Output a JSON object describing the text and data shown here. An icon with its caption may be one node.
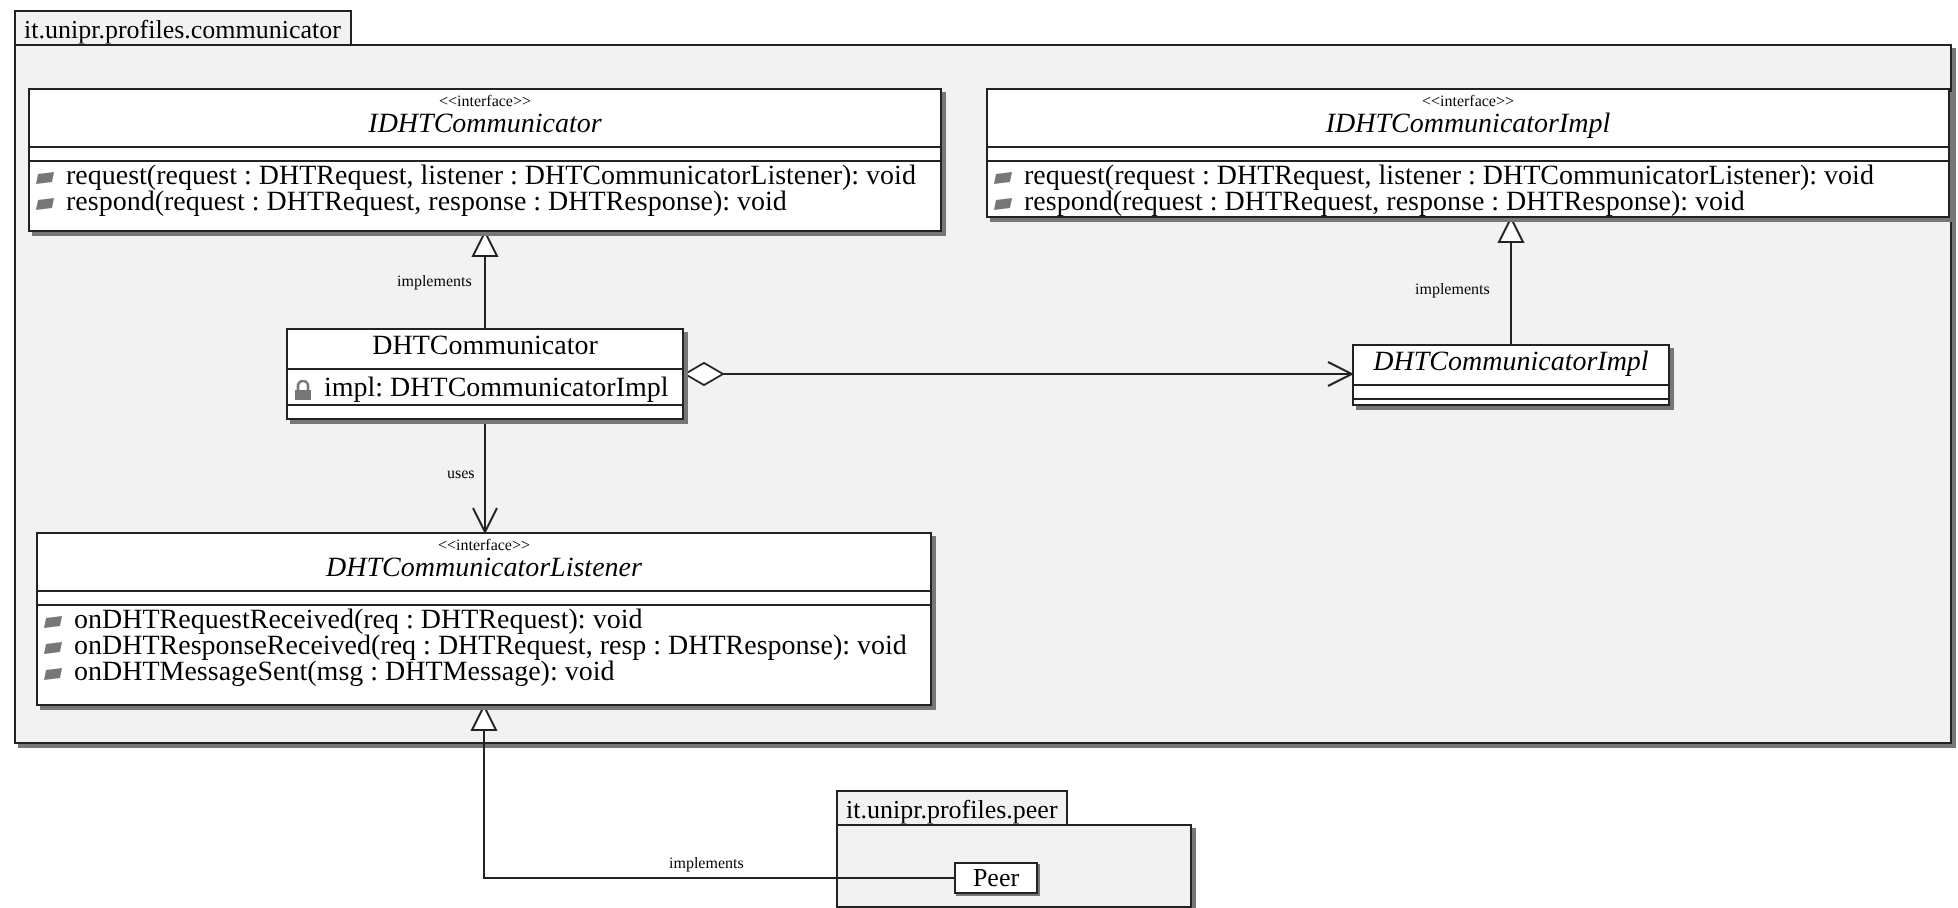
{
  "diagram": {
    "nodes": [
      {
        "text": [
          "it.unipr.profiles.communicator"
        ]
      },
      {
        "text": [
          "<<interface>>",
          "IDHTCommunicator",
          "request(request : DHTRequest, listener : DHTCommunicatorListener): void",
          "respond(request : DHTRequest, response : DHTResponse): void"
        ],
        "in": 0
      },
      {
        "text": [
          "<<interface>>",
          "IDHTCommunicatorImpl",
          "request(request : DHTRequest, listener : DHTCommunicatorListener): void",
          "respond(request : DHTRequest, response : DHTResponse): void"
        ],
        "in": 0
      },
      {
        "text": [
          "DHTCommunicator",
          "impl: DHTCommunicatorImpl"
        ],
        "in": 0
      },
      {
        "text": [
          "DHTCommunicatorImpl"
        ],
        "in": 0
      },
      {
        "text": [
          "<<interface>>",
          "DHTCommunicatorListener",
          "onDHTRequestReceived(req : DHTRequest): void",
          "onDHTResponseReceived(req : DHTRequest, resp : DHTResponse): void",
          "onDHTMessageSent(msg : DHTMessage): void"
        ],
        "in": 0
      },
      {
        "text": [
          "it.unipr.profiles.peer"
        ]
      },
      {
        "text": [
          "Peer"
        ],
        "in": 6
      }
    ],
    "edges": [
      {
        "from": 3,
        "to": 1,
        "arrow": "to",
        "label": "implements"
      },
      {
        "from": 4,
        "to": 2,
        "arrow": "to",
        "label": "implements"
      },
      {
        "from": 3,
        "to": 4,
        "arrow": "to"
      },
      {
        "from": 3,
        "to": 5,
        "arrow": "to",
        "label": "uses"
      },
      {
        "from": 7,
        "to": 5,
        "arrow": "to",
        "label": "implements"
      }
    ]
  }
}
